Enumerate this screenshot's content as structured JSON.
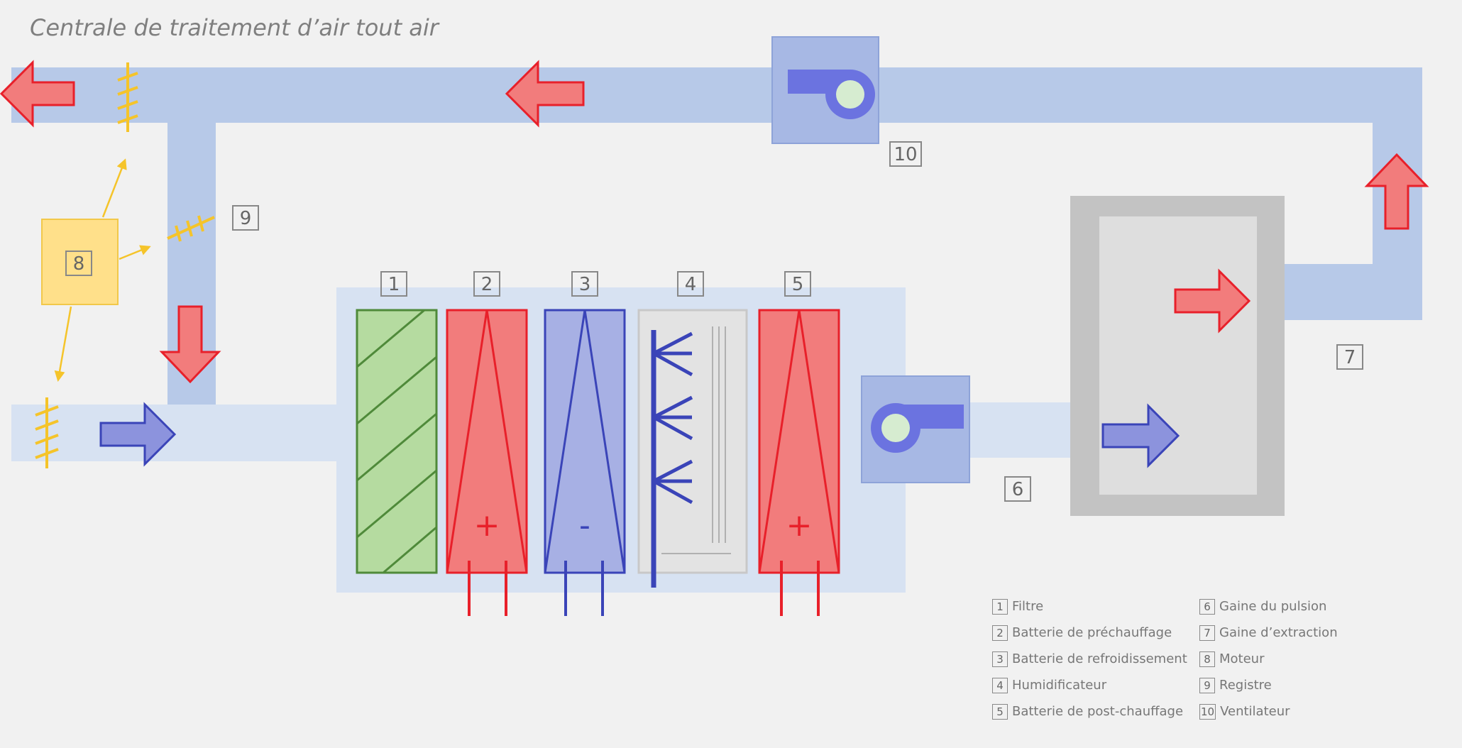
{
  "title": "Centrale de traitement d’air tout air",
  "numbers": {
    "n1": "1",
    "n2": "2",
    "n3": "3",
    "n4": "4",
    "n5": "5",
    "n6": "6",
    "n7": "7",
    "n8": "8",
    "n9": "9",
    "n10": "10"
  },
  "coil_signs": {
    "preheat": "+",
    "cooling": "-",
    "postheat": "+"
  },
  "legend": {
    "left": [
      {
        "num": "1",
        "label": "Filtre"
      },
      {
        "num": "2",
        "label": "Batterie de préchauffage"
      },
      {
        "num": "3",
        "label": "Batterie de refroidissement"
      },
      {
        "num": "4",
        "label": "Humidificateur"
      },
      {
        "num": "5",
        "label": "Batterie de post-chauffage"
      }
    ],
    "right": [
      {
        "num": "6",
        "label": "Gaine du pulsion"
      },
      {
        "num": "7",
        "label": "Gaine d’extraction"
      },
      {
        "num": "8",
        "label": "Moteur"
      },
      {
        "num": "9",
        "label": "Registre"
      },
      {
        "num": "10",
        "label": "Ventilateur"
      }
    ]
  },
  "colors": {
    "background": "#f1f1f1",
    "duct_return": "#b7c9e8",
    "duct_supply": "#d7e2f2",
    "hot_arrow": "#f27c7c",
    "hot_border": "#e8202a",
    "cold_arrow": "#8c93dd",
    "cold_border": "#3a44b8",
    "filter": "#b5dba0",
    "filter_stroke": "#4f8a3a",
    "motor": "#ffe08a",
    "damper": "#f5c42a",
    "room_outer": "#c3c3c3",
    "room_inner": "#dedede"
  },
  "icons": [
    "fan-icon",
    "damper-icon",
    "arrow-icon"
  ]
}
